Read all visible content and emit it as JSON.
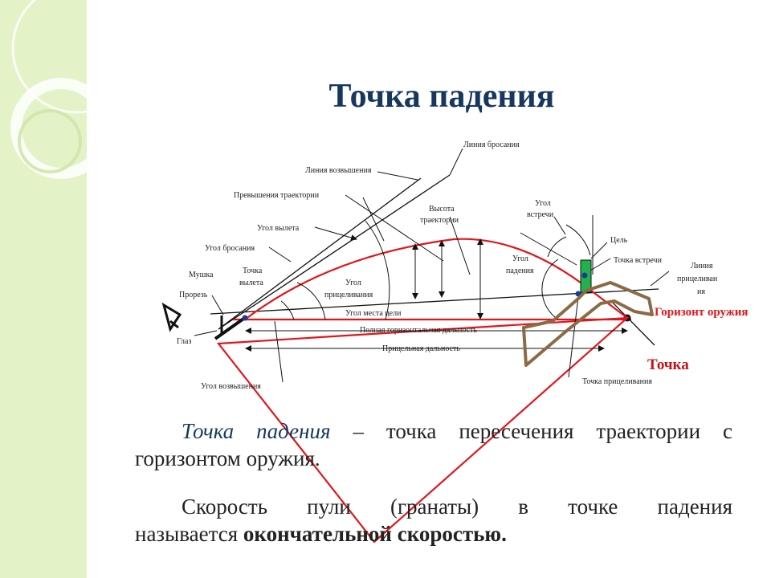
{
  "slide": {
    "title": "Точка падения"
  },
  "diagram": {
    "labels": {
      "line_throw": "Линия бросания",
      "line_elev": "Линия возвышения",
      "excess": "Превышения траектории",
      "height_1": "Высота",
      "height_2": "траектории",
      "meet_angle_1": "Угол",
      "meet_angle_2": "встречи",
      "depart_angle": "Угол вылета",
      "target": "Цель",
      "throw_angle": "Угол бросания",
      "fall_angle_1": "Угол",
      "fall_angle_2": "падения",
      "meet_point": "Точка встречи",
      "aim_line_1": "Линия",
      "aim_line_2": "прицеливан",
      "aim_line_3": "ия",
      "front_sight": "Мушка",
      "depart_point_1": "Точка",
      "depart_point_2": "вылета",
      "aim_angle_1": "Угол",
      "aim_angle_2": "прицеливания",
      "rear_sight": "Прорезь",
      "target_angle": "Угол места цели",
      "full_range": "Полная горизонтальная дальность",
      "eye": "Глаз",
      "aim_range": "Прицельная дальность",
      "elev_angle": "Угол возвышения",
      "aim_point": "Точка прицеливания"
    },
    "horizon_label": "Горизонт оружия",
    "point_label": "Точка",
    "colors": {
      "trajectory": "#e0161c",
      "target_box": "#22b14c",
      "dot": "#1f3a93",
      "pointer": "#8b6b45",
      "title": "#17375e"
    }
  },
  "text": {
    "para1_term": "Точка падения",
    "para1_rest": " – точка пересечения траектории с горизонтом оружия.",
    "para2_rest": "Скорость пули (гранаты) в точке падения",
    "para2_line2_start": "называется ",
    "para2_bold": "окончательной скоростью."
  }
}
